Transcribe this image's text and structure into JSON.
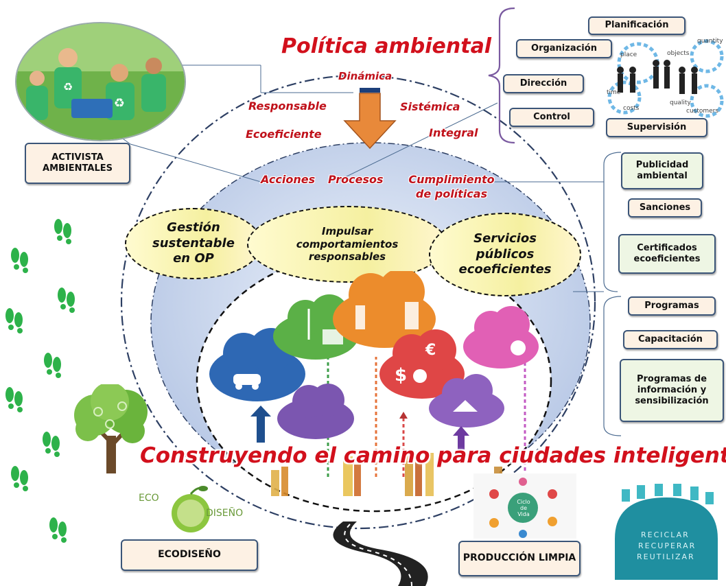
{
  "header": {
    "title": "Política ambiental",
    "qualities": {
      "dinamica": "Dinámica",
      "responsable": "Responsable",
      "sistemica": "Sistémica",
      "ecoeficiente": "Ecoeficiente",
      "integral": "Integral"
    }
  },
  "management": {
    "planificacion": "Planificación",
    "organizacion": "Organización",
    "direccion": "Dirección",
    "control": "Control",
    "supervision": "Supervisión",
    "gear_words": [
      "place",
      "objects",
      "quantity",
      "time",
      "costs",
      "quality",
      "customers"
    ]
  },
  "activist": {
    "label": "ACTIVISTA AMBIENTALES"
  },
  "mid_row": {
    "acciones": "Acciones",
    "procesos": "Procesos",
    "cumplimiento": "Cumplimiento de políticas"
  },
  "ellipses": {
    "gestion": "Gestión sustentable en OP",
    "impulsar": "Impulsar comportamientos responsables",
    "servicios": "Servicios públicos ecoeficientes"
  },
  "right_tools": {
    "publicidad": "Publicidad ambiental",
    "sanciones": "Sanciones",
    "certificados": "Certificados ecoeficientes",
    "programas": "Programas",
    "capacitacion": "Capacitación",
    "informacion": "Programas de información y sensibilización"
  },
  "main_banner": "Construyendo el camino para ciudades inteligentes",
  "bottom": {
    "ecodiseno": "ECODISEÑO",
    "eco_logo_left": "ECO",
    "eco_logo_right": "DISEÑO",
    "produccion": "PRODUCCIÓN LIMPIA",
    "ciclo": "Ciclo de Vida",
    "reciclar_1": "RECICLAR",
    "reciclar_2": "RECUPERAR",
    "reciclar_3": "REUTILIZAR"
  },
  "colors": {
    "title_red": "#d2101c",
    "box_border": "#3b5578",
    "box_fill": "#fdf1e4",
    "arrow_orange": "#e8893a",
    "bracket_purple": "#7a5aa0",
    "footprint_green": "#2db24a",
    "recycle_teal": "#1f8fa0"
  },
  "icons": [
    "footprint-icon",
    "tree-icon",
    "recycle-icon",
    "gear-icon",
    "cloud-icon",
    "road-icon"
  ]
}
